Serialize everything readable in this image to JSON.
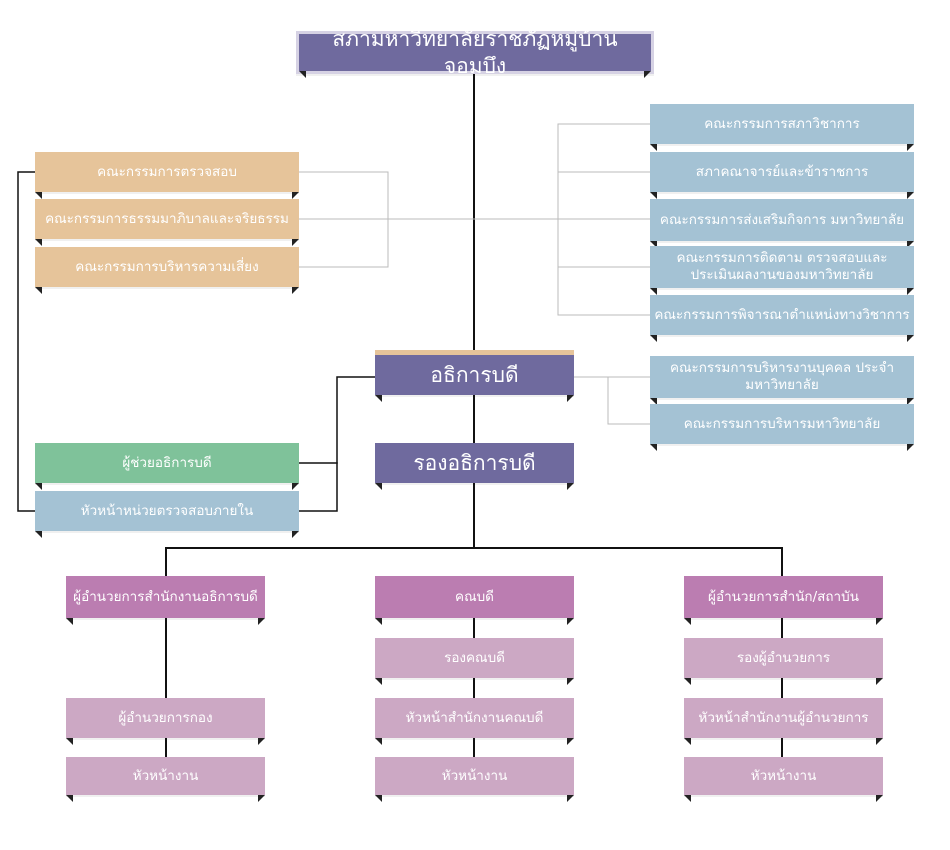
{
  "colors": {
    "purple": "#6f6a9e",
    "tan": "#e6c49a",
    "blue": "#a4c2d4",
    "green": "#7fc29a",
    "magenta": "#bb7db1",
    "pink": "#cca8c4"
  },
  "top": {
    "university": "สภามหาวิทยาลัยราชภัฏหมู่บ้านจอมบึง",
    "president": "อธิการบดี",
    "vice_president": "รองอธิการบดี"
  },
  "left_committees": [
    "คณะกรรมการตรวจสอบ",
    "คณะกรรมการธรรมมาภิบาลและจริยธรรม",
    "คณะกรรมการบริหารความเสี่ยง"
  ],
  "right_committees": [
    "คณะกรรมการสภาวิชาการ",
    "สภาคณาจารย์และข้าราชการ",
    "คณะกรรมการส่งเสริมกิจการ มหาวิทยาลัย",
    "คณะกรรมการติดตาม ตรวจสอบและ ประเมินผลงานของมหาวิทยาลัย",
    "คณะกรรมการพิจารณาตำแหน่งทางวิชาการ"
  ],
  "president_committees": [
    "คณะกรรมการบริหารงานบุคคล ประจำมหาวิทยาลัย",
    "คณะกรรมการบริหารมหาวิทยาลัย"
  ],
  "assistants": {
    "assistant_president": "ผู้ช่วยอธิการบดี",
    "internal_audit_head": "หัวหน้าหน่วยตรวจสอบภายใน"
  },
  "columns": [
    {
      "head": "ผู้อำนวยการสำนักงานอธิการบดี",
      "items": [
        "ผู้อำนวยการกอง",
        "หัวหน้างาน"
      ]
    },
    {
      "head": "คณบดี",
      "items": [
        "รองคณบดี",
        "หัวหน้าสำนักงานคณบดี",
        "หัวหน้างาน"
      ]
    },
    {
      "head": "ผู้อำนวยการสำนัก/สถาบัน",
      "items": [
        "รองผู้อำนวยการ",
        "หัวหน้าสำนักงานผู้อำนวยการ",
        "หัวหน้างาน"
      ]
    }
  ]
}
